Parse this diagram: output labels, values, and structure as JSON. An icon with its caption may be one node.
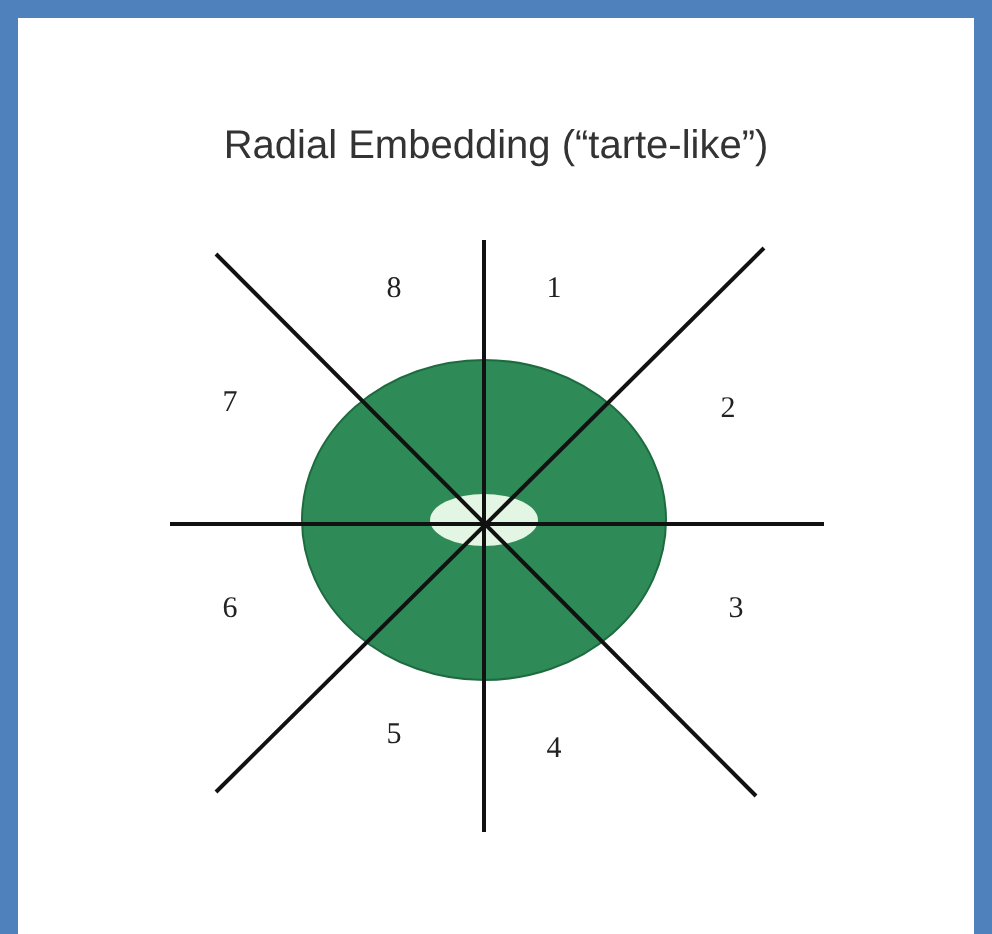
{
  "diagram": {
    "title": "Radial Embedding (“tarte-like”)",
    "labels": [
      "8",
      "1",
      "7",
      "2",
      "6",
      "3",
      "5",
      "4"
    ]
  }
}
